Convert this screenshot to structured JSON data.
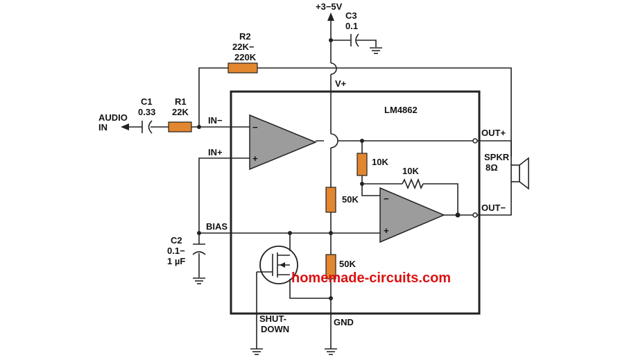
{
  "colors": {
    "resistor": "#e2862f",
    "wire": "#222222",
    "chip_border": "#222222",
    "watermark": "#dd1111",
    "amp_fill": "#9c9c9c"
  },
  "icons": [
    "resistor-icon",
    "capacitor-icon",
    "ground-icon",
    "op-amp-icon",
    "mosfet-icon",
    "speaker-icon"
  ],
  "chip": {
    "name": "LM4862"
  },
  "supply": {
    "voltage": "+3−5V",
    "pin": "V+"
  },
  "components": {
    "c3": {
      "ref": "C3",
      "value": "0.1"
    },
    "r2": {
      "ref": "R2",
      "value_line1": "22K−",
      "value_line2": "220K"
    },
    "c1": {
      "ref": "C1",
      "value": "0.33"
    },
    "r1": {
      "ref": "R1",
      "value": "22K"
    },
    "c2": {
      "ref": "C2",
      "value_line1": "0.1−",
      "value_line2": "1 µF"
    },
    "r_10k_a": {
      "value": "10K"
    },
    "r_10k_b": {
      "value": "10K"
    },
    "r_50k_a": {
      "value": "50K"
    },
    "r_50k_b": {
      "value": "50K"
    }
  },
  "input": {
    "line1": "AUDIO",
    "line2": "IN"
  },
  "pins": {
    "in_minus": "IN−",
    "in_plus": "IN+",
    "bias": "BIAS",
    "out_plus": "OUT+",
    "out_minus": "OUT−",
    "gnd": "GND",
    "shutdown_line1": "SHUT-",
    "shutdown_line2": "DOWN"
  },
  "opamp_signs": {
    "minus": "−",
    "plus": "+"
  },
  "speaker": {
    "line1": "SPKR",
    "line2": "8Ω"
  },
  "watermark": "homemade-circuits.com"
}
